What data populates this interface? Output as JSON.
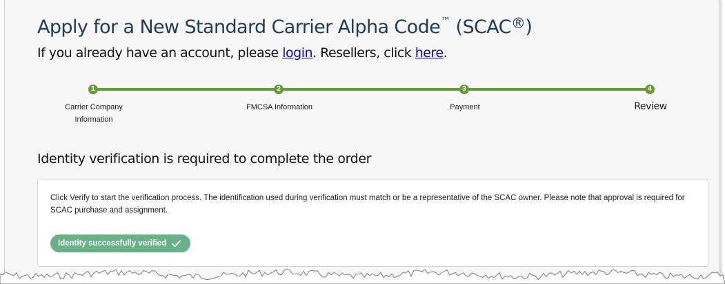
{
  "header": {
    "title": "Apply for a New Standard Carrier Alpha Code",
    "trademark": "™",
    "title_suffix": " (SCAC",
    "registered": "®",
    "title_close": ")",
    "subline_prefix": "If you already have an account, please ",
    "login_link": "login",
    "subline_middle": ". Resellers, click ",
    "here_link": "here",
    "subline_end": "."
  },
  "stepper": {
    "color": "#6a9a3a",
    "steps": [
      {
        "number": "1",
        "label": "Carrier Company Information"
      },
      {
        "number": "2",
        "label": "FMCSA Information"
      },
      {
        "number": "3",
        "label": "Payment"
      },
      {
        "number": "4",
        "label": "Review"
      }
    ]
  },
  "verification": {
    "heading": "Identity verification is required to complete the order",
    "description": "Click Verify to start the verification process. The identification used during verification must match or be a representative of the SCAC owner. Please note that approval is required for SCAC purchase and assignment.",
    "status_label": "Identity successfully verified",
    "status_icon": "check-icon",
    "status_color": "#69b18a"
  }
}
